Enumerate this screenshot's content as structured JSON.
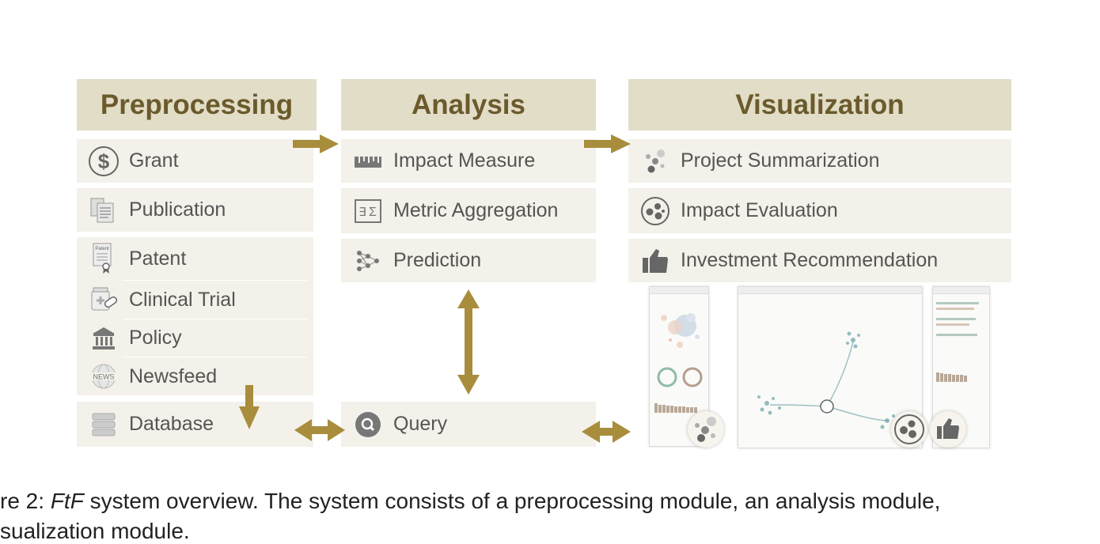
{
  "columns": {
    "preprocessing": {
      "title": "Preprocessing",
      "items": [
        {
          "label": "Grant",
          "icon": "dollar-icon"
        },
        {
          "label": "Publication",
          "icon": "document-icon"
        },
        {
          "label": "Patent",
          "icon": "patent-icon"
        },
        {
          "label": "Clinical Trial",
          "icon": "pill-bottle-icon"
        },
        {
          "label": "Policy",
          "icon": "government-building-icon"
        },
        {
          "label": "Newsfeed",
          "icon": "news-globe-icon"
        },
        {
          "label": "Database",
          "icon": "database-icon"
        }
      ],
      "patent_icon_text": "Patent",
      "news_icon_text": "NEWS"
    },
    "analysis": {
      "title": "Analysis",
      "items": [
        {
          "label": "Impact Measure",
          "icon": "ruler-icon"
        },
        {
          "label": "Metric Aggregation",
          "icon": "sigma-icon"
        },
        {
          "label": "Prediction",
          "icon": "neural-network-icon"
        },
        {
          "label": "Query",
          "icon": "search-icon"
        }
      ]
    },
    "visualization": {
      "title": "Visualization",
      "items": [
        {
          "label": "Project Summarization",
          "icon": "scatter-dots-icon"
        },
        {
          "label": "Impact Evaluation",
          "icon": "circle-dots-icon"
        },
        {
          "label": "Investment Recommendation",
          "icon": "thumbs-up-icon"
        }
      ]
    }
  },
  "caption": {
    "prefix": "re 2: ",
    "system_name": "FtF",
    "line1_rest": " system overview. The system consists of a preprocessing module, an analysis module,",
    "line2": "sualization module."
  },
  "colors": {
    "header_bg": "#e2ddc7",
    "header_text": "#6b5a2c",
    "cell_bg": "#f3f1e9",
    "arrow": "#a88d3d",
    "text": "#555555",
    "network_node": "#6aa3a6"
  }
}
